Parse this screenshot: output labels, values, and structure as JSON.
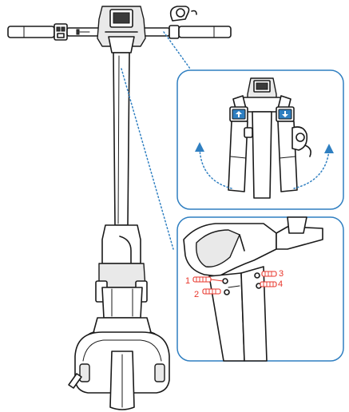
{
  "colors": {
    "accent_blue": "#2f7fc1",
    "callout_border": "#2f7fc1",
    "screw_red": "#e8362b",
    "line_ink": "#1a1a1a",
    "shade": "#e9e9e9"
  },
  "icons": [
    "rotation-arrow-left-icon",
    "rotation-arrow-right-icon",
    "fold-lock-icon"
  ],
  "screws": [
    {
      "label": "1"
    },
    {
      "label": "2"
    },
    {
      "label": "3"
    },
    {
      "label": "4"
    }
  ]
}
